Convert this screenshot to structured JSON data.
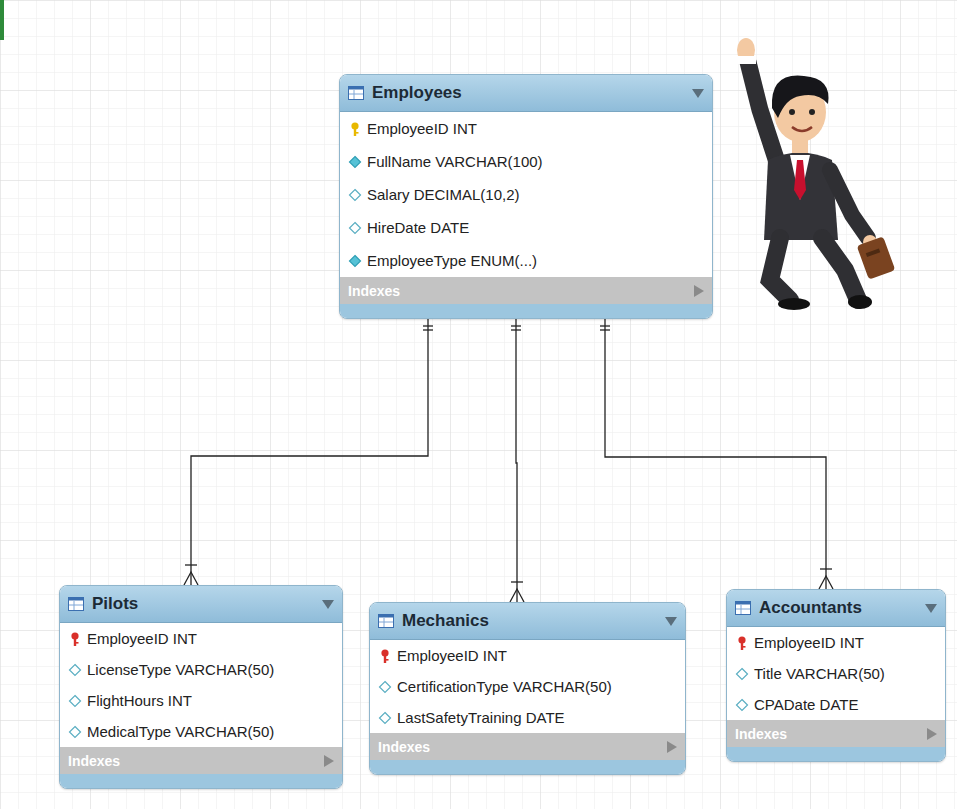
{
  "diagram": {
    "nodes": [
      {
        "text": [
          "Employees",
          "EmployeeID INT",
          "FullName VARCHAR(100)",
          "Salary DECIMAL(10,2)",
          "HireDate DATE",
          "EmployeeType ENUM(...)",
          "Indexes"
        ]
      },
      {
        "text": [
          "Pilots",
          "EmployeeID INT",
          "LicenseType VARCHAR(50)",
          "FlightHours INT",
          "MedicalType VARCHAR(50)",
          "Indexes"
        ]
      },
      {
        "text": [
          "Mechanics",
          "EmployeeID INT",
          "CertificationType VARCHAR(50)",
          "LastSafetyTraining DATE",
          "Indexes"
        ]
      },
      {
        "text": [
          "Accountants",
          "EmployeeID INT",
          "Title VARCHAR(50)",
          "CPADate DATE",
          "Indexes"
        ]
      }
    ],
    "edges": [
      {
        "from": 0,
        "to": 1,
        "arrow": "both"
      },
      {
        "from": 0,
        "to": 2,
        "arrow": "both"
      },
      {
        "from": 0,
        "to": 3,
        "arrow": "both"
      }
    ]
  }
}
